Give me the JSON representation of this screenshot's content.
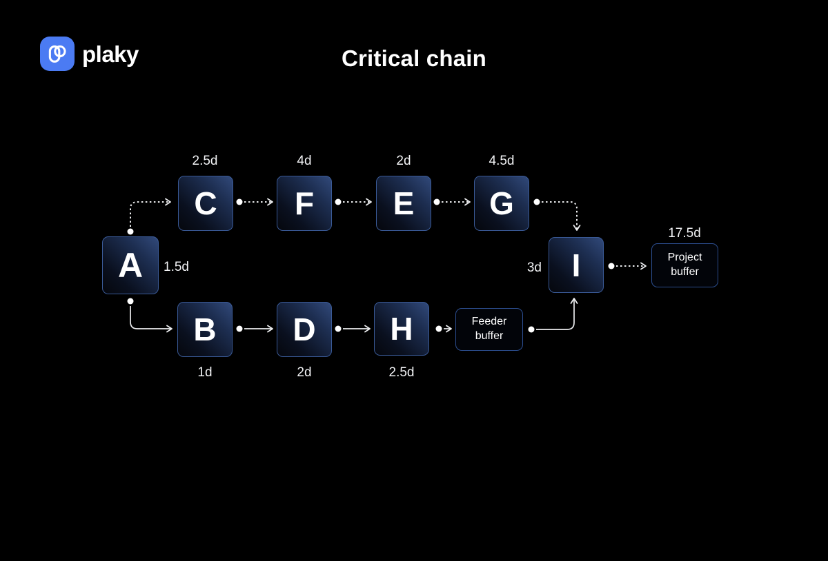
{
  "brand": {
    "name": "plaky",
    "logo_icon": "plaky-p-glyph",
    "logo_color": "#4b7bf3"
  },
  "title": "Critical chain",
  "colors": {
    "background": "#000000",
    "node_border": "#3a5a97",
    "node_gradient_light": "#31497a",
    "node_gradient_dark": "#05070d",
    "buffer_border": "#2c4e90",
    "connector": "#edeef0",
    "text": "#ffffff"
  },
  "diagram": {
    "nodes": {
      "A": {
        "label": "A",
        "duration": "1.5d"
      },
      "B": {
        "label": "B",
        "duration": "1d"
      },
      "C": {
        "label": "C",
        "duration": "2.5d"
      },
      "D": {
        "label": "D",
        "duration": "2d"
      },
      "E": {
        "label": "E",
        "duration": "2d"
      },
      "F": {
        "label": "F",
        "duration": "4d"
      },
      "G": {
        "label": "G",
        "duration": "4.5d"
      },
      "H": {
        "label": "H",
        "duration": "2.5d"
      },
      "I": {
        "label": "I",
        "duration": "3d"
      }
    },
    "buffers": {
      "feeder": {
        "label": "Feeder buffer"
      },
      "project": {
        "label": "Project buffer",
        "duration": "17.5d"
      }
    },
    "edges": [
      {
        "from": "A",
        "to": "C",
        "style": "dashed"
      },
      {
        "from": "C",
        "to": "F",
        "style": "dashed"
      },
      {
        "from": "F",
        "to": "E",
        "style": "dashed"
      },
      {
        "from": "E",
        "to": "G",
        "style": "dashed"
      },
      {
        "from": "G",
        "to": "I",
        "style": "dashed"
      },
      {
        "from": "I",
        "to": "project_buffer",
        "style": "dashed"
      },
      {
        "from": "A",
        "to": "B",
        "style": "solid"
      },
      {
        "from": "B",
        "to": "D",
        "style": "solid"
      },
      {
        "from": "D",
        "to": "H",
        "style": "solid"
      },
      {
        "from": "H",
        "to": "feeder_buffer",
        "style": "solid"
      },
      {
        "from": "feeder_buffer",
        "to": "I",
        "style": "solid"
      }
    ]
  }
}
